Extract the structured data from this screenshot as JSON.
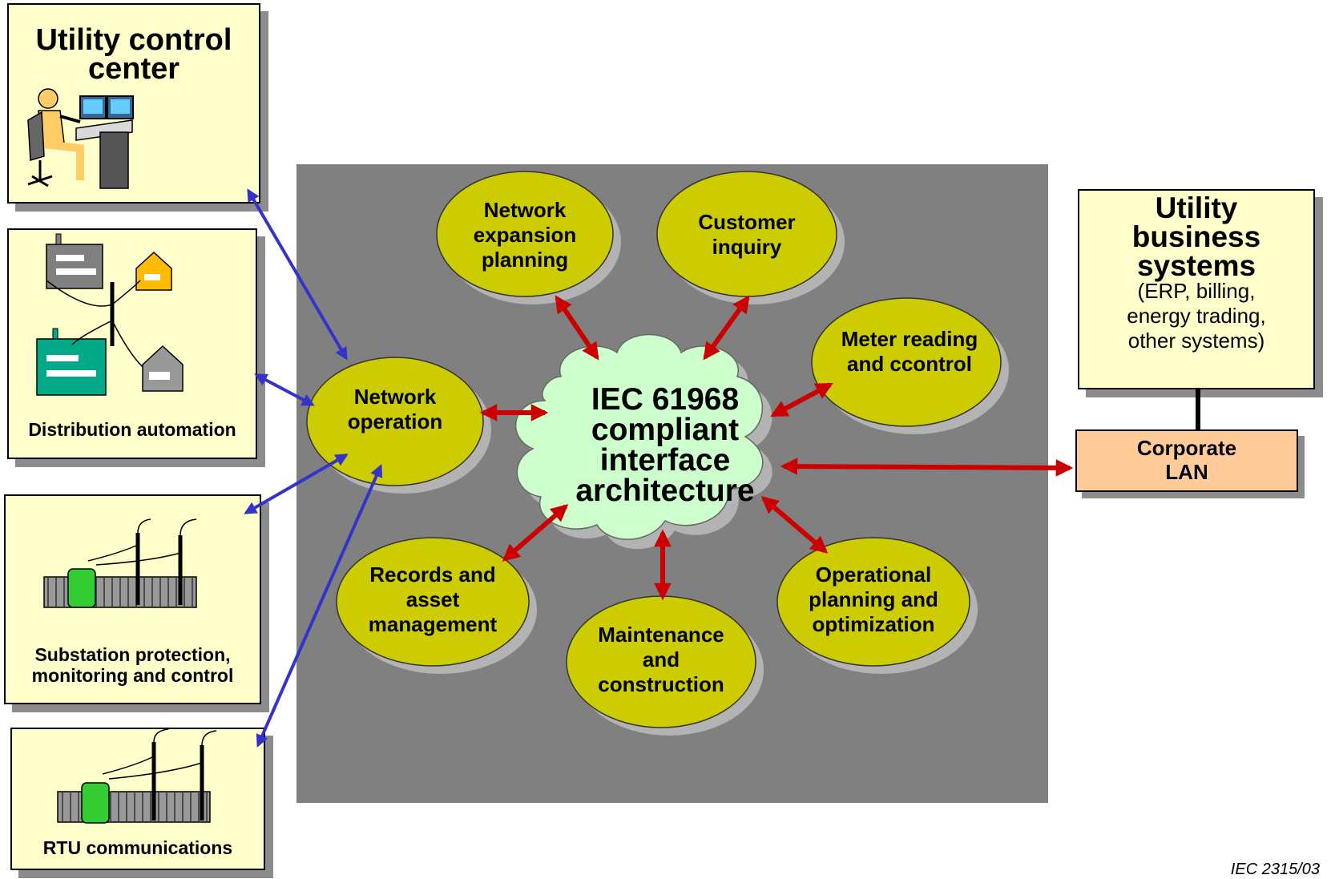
{
  "control_center": {
    "title": "Utility control center"
  },
  "distribution": {
    "caption": "Distribution automation"
  },
  "substation": {
    "caption": "Substation protection, monitoring and control"
  },
  "rtu": {
    "caption": "RTU communications"
  },
  "business": {
    "title": "Utility business systems",
    "subtitle": "(ERP, billing, energy trading, other systems)"
  },
  "lan": {
    "label": "Corporate LAN"
  },
  "cloud": {
    "label": "IEC 61968 compliant interface architecture"
  },
  "nodes": {
    "network_operation": "Network operation",
    "network_expansion": "Network expansion planning",
    "customer_inquiry": "Customer inquiry",
    "meter_reading": "Meter reading and ccontrol",
    "records_asset": "Records and asset management",
    "maintenance": "Maintenance and construction",
    "operational_planning": "Operational planning and optimization"
  },
  "footer": {
    "ref": "IEC   2315/03"
  },
  "colors": {
    "box_fill": "#ffffcc",
    "panel": "#808080",
    "ellipse_fill": "#cccc00",
    "cloud_fill": "#ccffcc",
    "lan_fill": "#ffcc99",
    "field_arrow": "#3333cc",
    "core_arrow": "#cc0000"
  }
}
